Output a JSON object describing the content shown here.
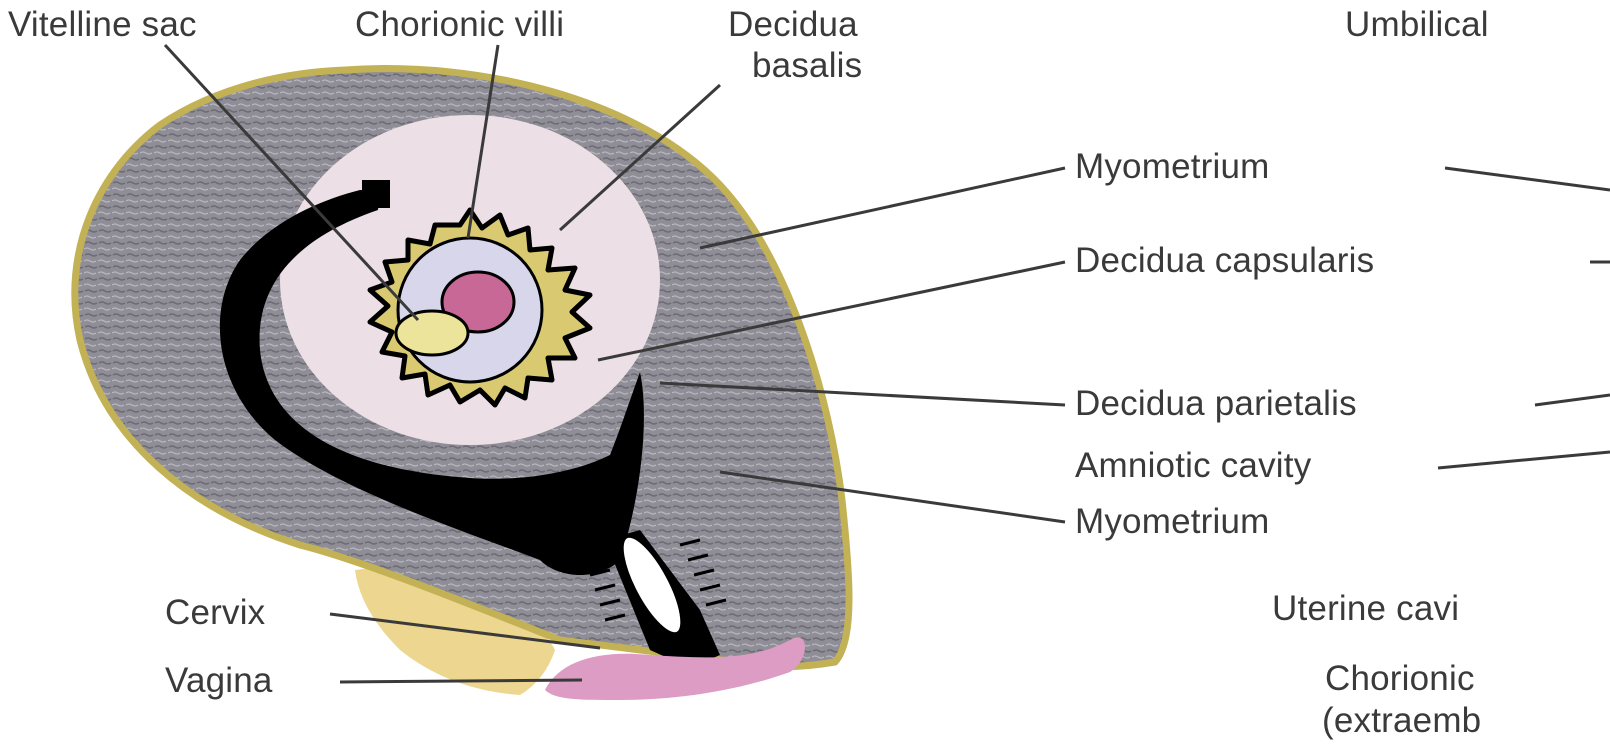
{
  "labels": {
    "vitelline_sac": "Vitelline sac",
    "chorionic_villi": "Chorionic villi",
    "decidua_basalis_1": "Decidua",
    "decidua_basalis_2": "basalis",
    "umbilical": "Umbilical",
    "myometrium_top": "Myometrium",
    "decidua_capsularis": "Decidua capsularis",
    "decidua_parietalis": "Decidua parietalis",
    "amniotic_cavity": "Amniotic cavity",
    "myometrium_bottom": "Myometrium",
    "uterine_cavity": "Uterine cavi",
    "chorionic_2": "Chorionic",
    "extraemb": "(extraemb",
    "cervix": "Cervix",
    "vagina": "Vagina"
  },
  "colors": {
    "myometrium": "#8f8d96",
    "outline": "#c2b255",
    "decidua": "#ecdfe6",
    "cavity": "#000000",
    "villi": "#d9c970",
    "amnion": "#d8d6ea",
    "embryo": "#c86896",
    "yolk": "#ece49a",
    "vagina": "#dc9cc4",
    "fat": "#ecd690",
    "leader": "#3a3a3a"
  }
}
